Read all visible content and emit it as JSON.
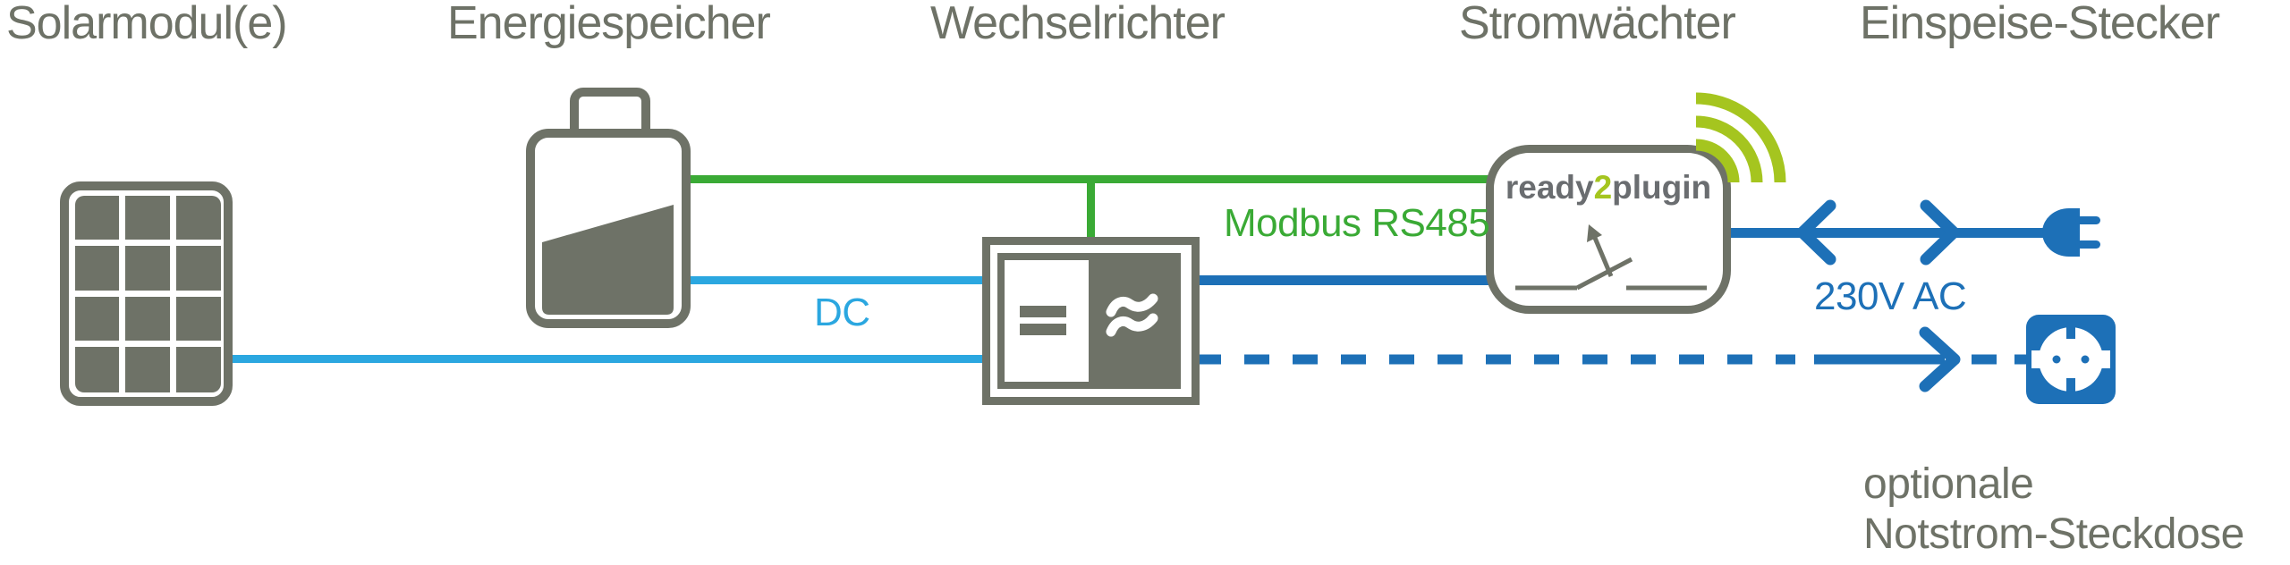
{
  "labels": {
    "solar": "Solarmodul(e)",
    "storage": "Energiespeicher",
    "inverter": "Wechselrichter",
    "guard": "Stromwächter",
    "plug": "Einspeise-Stecker",
    "optional_line1": "optionale",
    "optional_line2": "Notstrom-Steckdose"
  },
  "connections": {
    "dc": "DC",
    "modbus": "Modbus RS485",
    "ac": "230V AC"
  },
  "device": {
    "brand_prefix": "ready",
    "brand_digit": "2",
    "brand_suffix": "plugin"
  },
  "icons": {
    "solar_panel": "solar-panel-icon",
    "battery": "battery-icon",
    "inverter": "inverter-icon",
    "inverter_dc_symbol": "=",
    "inverter_ac_symbol": "≈",
    "power_guard_switch": "relay-switch-icon",
    "wifi": "wifi-icon",
    "mains_plug": "plug-icon",
    "socket": "schuko-socket-icon"
  },
  "colors": {
    "label_gray": "#6e7267",
    "logo_gray": "#6a6d70",
    "line_green": "#3aaa35",
    "line_light_blue": "#2ba7e0",
    "line_dark_blue": "#1d70b7",
    "accent_lime": "#a5c51f"
  }
}
